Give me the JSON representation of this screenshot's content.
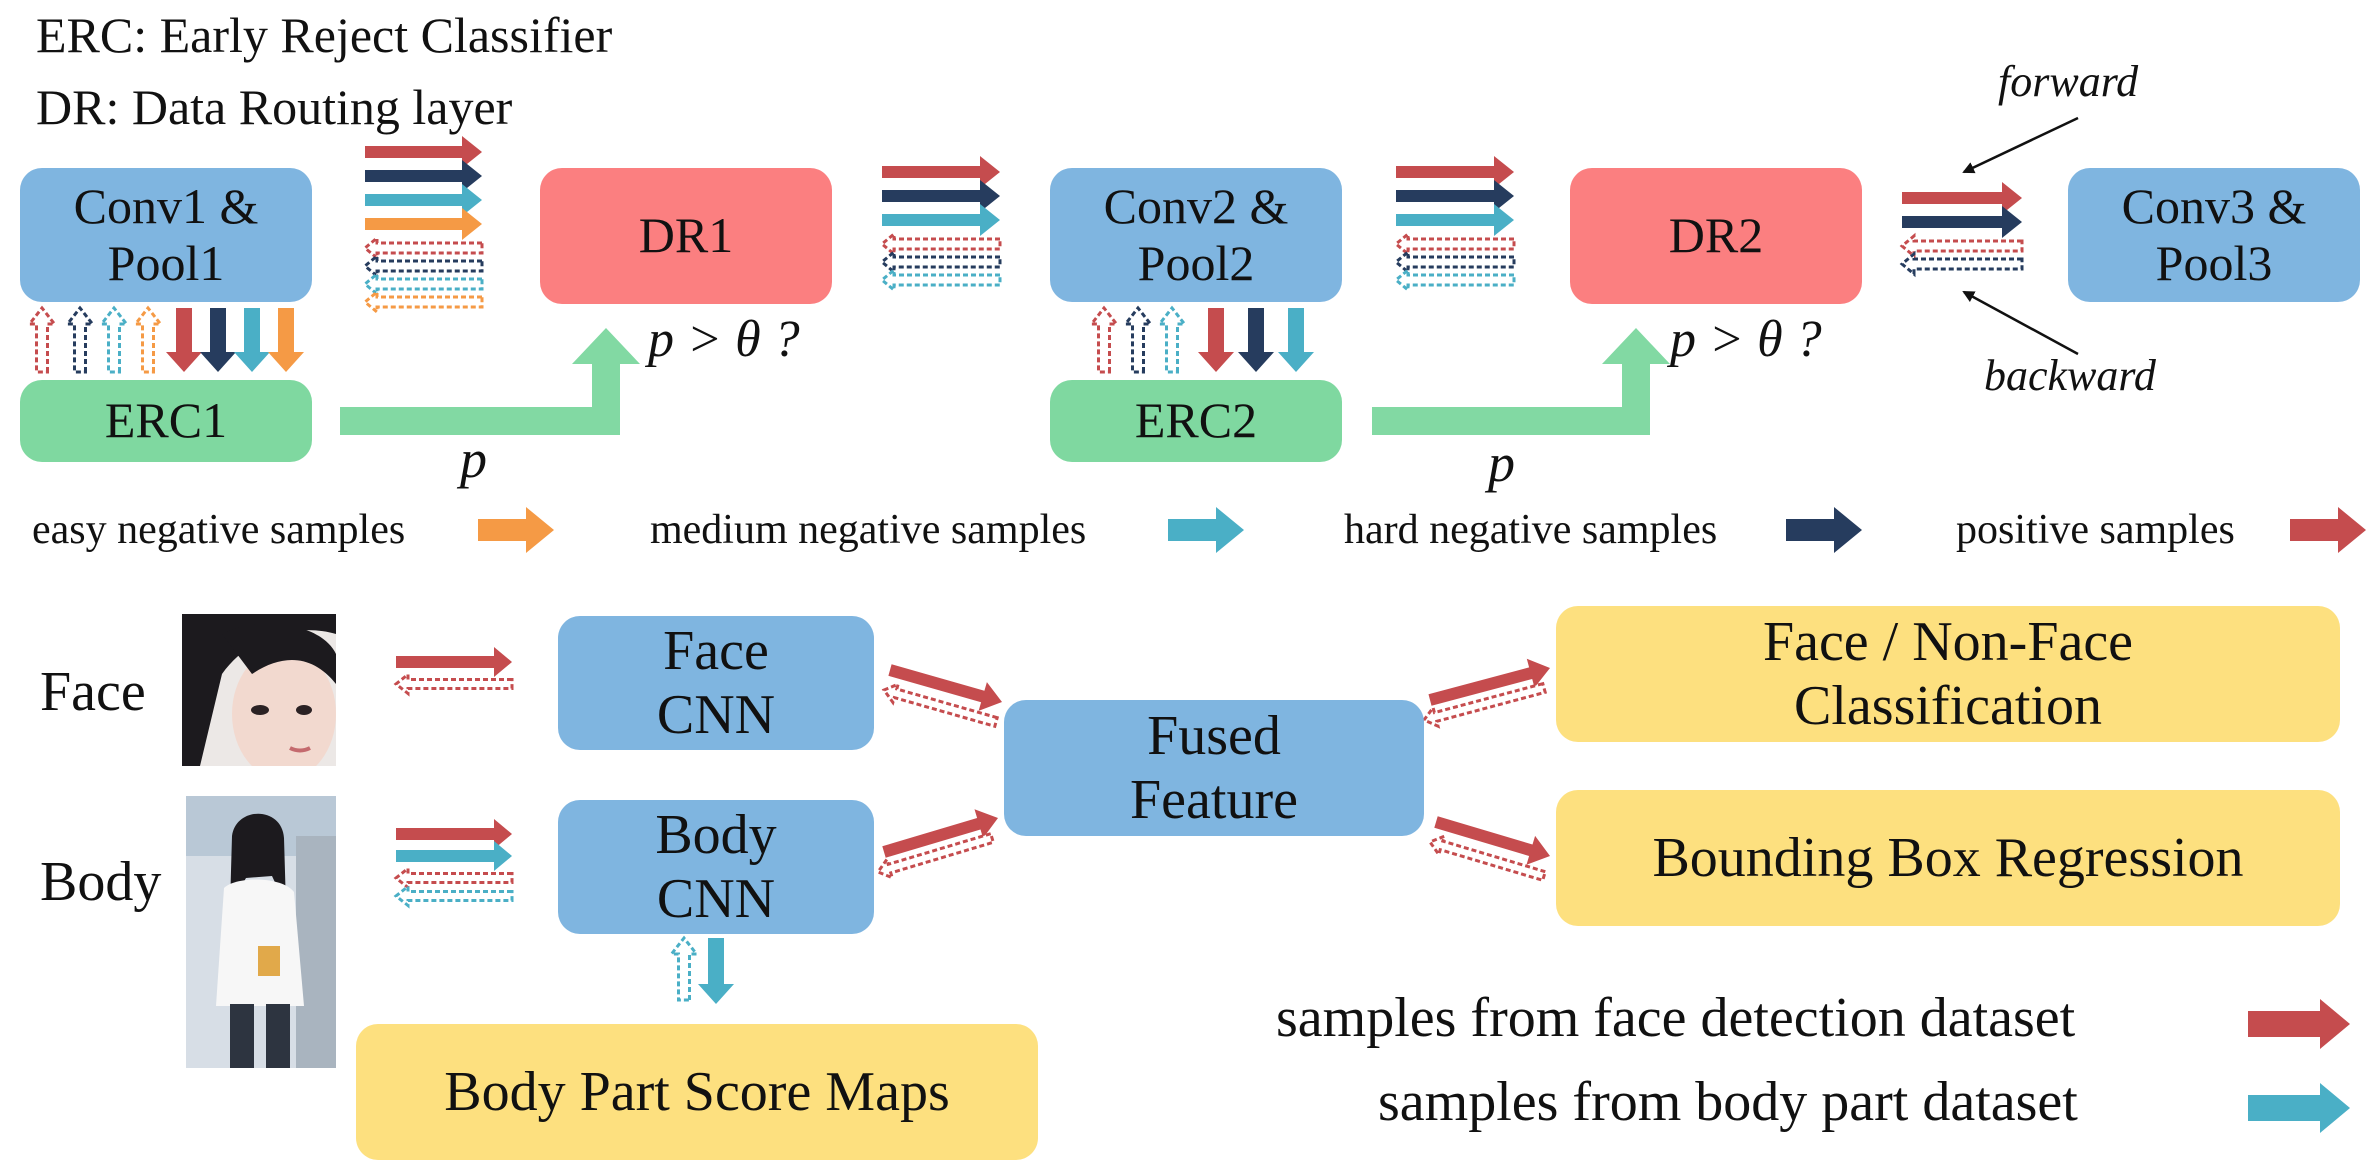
{
  "legend": {
    "erc": "ERC: Early Reject Classifier",
    "dr": "DR: Data Routing layer",
    "forward": "forward",
    "backward": "backward"
  },
  "top_pipeline": {
    "conv1": [
      "Conv1 &",
      "Pool1"
    ],
    "conv2": [
      "Conv2 &",
      "Pool2"
    ],
    "conv3": [
      "Conv3 &",
      "Pool3"
    ],
    "dr1": "DR1",
    "dr2": "DR2",
    "erc1": "ERC1",
    "erc2": "ERC2",
    "condition1": "p > θ ?",
    "condition2": "p > θ ?",
    "p1": "p",
    "p2": "p"
  },
  "sample_types": [
    {
      "label": "easy negative samples",
      "color": "#f59a45"
    },
    {
      "label": "medium negative samples",
      "color": "#4aafc6"
    },
    {
      "label": "hard negative samples",
      "color": "#263c5e"
    },
    {
      "label": "positive samples",
      "color": "#c54c4e"
    }
  ],
  "bottom": {
    "face_label": "Face",
    "body_label": "Body",
    "face_cnn": [
      "Face",
      "CNN"
    ],
    "body_cnn": [
      "Body",
      "CNN"
    ],
    "fused": [
      "Fused",
      "Feature"
    ],
    "classification": [
      "Face / Non-Face",
      "Classification"
    ],
    "bbox": "Bounding Box Regression",
    "score_maps": "Body Part Score Maps",
    "legend_face": "samples from face detection dataset",
    "legend_body": "samples from body  part dataset"
  },
  "colors": {
    "red": "#c54c4e",
    "navy": "#263c5e",
    "teal": "#4aafc6",
    "orange": "#f59a45",
    "green_arrow": "#82d9a3",
    "blue_box": "#7fb5e0",
    "red_box": "#fb7f80",
    "green_box": "#7fd8a0",
    "yellow_box": "#fde07f"
  }
}
